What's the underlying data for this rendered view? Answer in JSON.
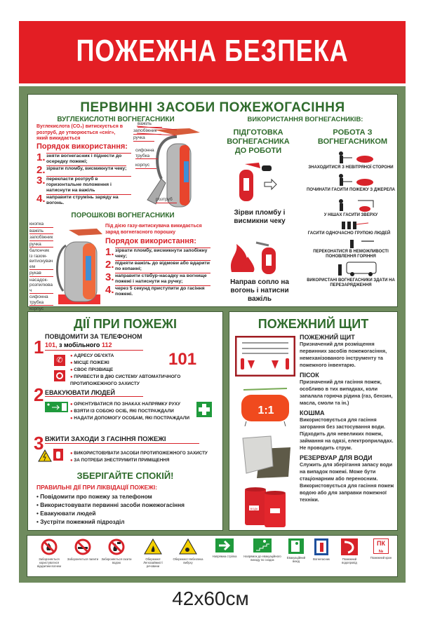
{
  "title": "ПОЖЕЖНА БЕЗПЕКА",
  "primary": {
    "title": "ПЕРВИННІ ЗАСОБИ ПОЖЕЖОГАСІННЯ",
    "co2": {
      "title": "ВУГЛЕКИСЛОТНІ ВОГНЕГАСНИКИ",
      "desc": "Вуглекислота (CO₂) витискується в розтруб, де утворюється «сніг», який викидається",
      "order": "Порядок використання:",
      "steps": [
        "зняти вогнегасник і піднести до осередку пожежі;",
        "зірвати пломбу, висмикнути чеку;",
        "перекласти розтруб в горизонтальне положення і натиснути на важіль",
        "направити струмінь заряду на вогонь."
      ],
      "parts": [
        "важіль",
        "запобіжник",
        "ручка",
        "сифонна трубка",
        "корпус",
        "розтруб"
      ]
    },
    "powder": {
      "title": "ПОРОШКОВІ ВОГНЕГАСНИКИ",
      "desc": "Під дією газу-витискувача викидається заряд вогнегасного порошку",
      "order": "Порядок використання:",
      "steps": [
        "зірвати пломбу, висмикнути запобіжну чеку;",
        "підняти важіль до відмови або вдарити по копанні;",
        "направити ствбур-насадку на вогнище пожежі і натиснути на ручку;",
        "через 5 секунд приступити до гасіння пожежі."
      ],
      "parts": [
        "кнопка",
        "важіль",
        "запобіжник",
        "ручка",
        "балончик із газом-витискувачем",
        "рукав",
        "насадок-розпилювач",
        "сифонна трубка",
        "корпус"
      ]
    },
    "usage": {
      "title": "ВИКОРИСТАННЯ ВОГНЕГАСНИКІВ:",
      "prep_title": "ПІДГОТОВКА ВОГНЕГАСНИКА ДО РОБОТИ",
      "prep_steps": [
        "Зірви пломбу і висмикни чеку",
        "Направ сопло на вогонь і натисни важіль"
      ],
      "work_title": "РОБОТА З ВОГНЕГАСНИКОМ",
      "work_steps": [
        "ЗНАХОДИТИСЯ З НЕВІТРЯНОЇ СТОРОНИ",
        "ПОЧИНАТИ ГАСИТИ ПОЖЕЖУ З ДЖЕРЕЛА",
        "У НІШАХ ГАСИТИ ЗВЕРХУ",
        "ГАСИТИ ОДНОЧАСНО ГРУПОЮ ЛЮДЕЙ",
        "ПЕРЕКОНАТИСЯ В НЕМОЖЛИВОСТІ ПОНОВЛЕННЯ ГОРІННЯ",
        "ВИКОРИСТАНІ ВОГНЕГАСНИКИ ЗДАТИ НА ПЕРЕЗАРЯДЖЕННЯ"
      ]
    }
  },
  "actions": {
    "title": "ДІЇ ПРИ ПОЖЕЖІ",
    "s1": {
      "num": "1",
      "title": "ПОВІДОМИТИ ЗА ТЕЛЕФОНОМ",
      "phone_a": "101,",
      "mobile": "з мобільного",
      "phone_b": "112",
      "big": "101",
      "items": [
        "АДРЕСУ ОБ'ЄКТА",
        "МІСЦЕ ПОЖЕЖІ",
        "СВОЄ ПРІЗВИЩЕ",
        "ПРИВЕСТИ В ДІЮ СИСТЕМУ АВТОМАТИЧНОГО ПРОТИПОЖЕЖНОГО ЗАХИСТУ"
      ]
    },
    "s2": {
      "num": "2",
      "title": "ЕВАКУЮВАТИ ЛЮДЕЙ",
      "items": [
        "ОРІЄНТУВАТИСЯ ПО ЗНАКАХ НАПРЯМКУ РУХУ",
        "ВЗЯТИ ІЗ СОБОЮ ОСІБ, ЯКІ ПОСТРАЖДАЛИ",
        "НАДАТИ ДОПОМОГУ ОСОБАМ, ЯКІ ПОСТРАЖДАЛИ"
      ]
    },
    "s3": {
      "num": "3",
      "title": "ВЖИТИ ЗАХОДИ З ГАСІННЯ ПОЖЕЖІ",
      "items": [
        "ВИКОРИСТОВУВАТИ ЗАСОБИ ПРОТИПОЖЕЖНОГО ЗАХИСТУ",
        "ЗА ПОТРЕБИ ЗНЕСТРУМИТИ ПРИМІЩЕННЯ"
      ]
    },
    "calm": "ЗБЕРІГАЙТЕ СПОКІЙ!",
    "rules_title": "ПРАВИЛЬНІ ДІЇ ПРИ ЛІКВІДАЦІЇ ПОЖЕЖІ:",
    "rules": [
      "Повідомити про пожежу за телефоном",
      "Використовувати первинні засоби пожежогасіння",
      "Евакуювати людей",
      "Зустріти пожежний підрозділ"
    ]
  },
  "shield": {
    "title": "ПОЖЕЖНИЙ ЩИТ",
    "items": [
      {
        "title": "ПОЖЕЖНИЙ ЩИТ",
        "text": "Призначений для розміщення первинних засобів пожежогасіння, немеханізованого інструменту та пожежного інвентарю."
      },
      {
        "title": "ПІСОК",
        "text": "Призначений для гасіння пожеж, особливо в тих випадках, коли запалала горюча рідина (газ, бензин, масла, смоли та ін.)"
      },
      {
        "title": "КОШМА",
        "text": "Використовується для гасіння загорання без застосування води. Підходить для невеликих пожеж, займання на одязі, електроприладах. Не проводить струм."
      },
      {
        "title": "РЕЗЕРВУАР ДЛЯ ВОДИ",
        "text": "Служить для зберігання запасу води на випадок пожежі. Може бути стаціонарним або переносним. Використовується для гасіння пожеж водою або для заправки пожежної техніки."
      }
    ],
    "sand_label": "1:1",
    "barrel_label": "ВОДА"
  },
  "signs": [
    {
      "icon": "no-open-fire-icon",
      "caption": "Забороняється користуватися відкритим вогнем"
    },
    {
      "icon": "no-smoking-icon",
      "caption": "Забороняється палити"
    },
    {
      "icon": "no-water-icon",
      "caption": "Забороняється гасити водою"
    },
    {
      "icon": "flammable-warning-icon",
      "caption": "Обережно! Легкозаймисті речовини"
    },
    {
      "icon": "explosion-warning-icon",
      "caption": "Обережно! Небезпека вибуху"
    },
    {
      "icon": "direction-arrow-icon",
      "caption": "Напрямна стрілка"
    },
    {
      "icon": "exit-stairs-icon",
      "caption": "Напрямок до евакуаційного виходу по сходах"
    },
    {
      "icon": "exit-icon",
      "caption": "Евакуаційний вихід"
    },
    {
      "icon": "extinguisher-sign-icon",
      "caption": "Вогнегасник"
    },
    {
      "icon": "hose-icon",
      "caption": "Пожежний водопровід"
    },
    {
      "icon": "fire-hydrant-icon",
      "caption": "Пожежний кран",
      "label": "ПК",
      "sub": "№"
    }
  ],
  "size": "42x60см",
  "colors": {
    "red": "#e31e24",
    "green_frame": "#6f8b5e",
    "green_text": "#2f6b2c"
  }
}
